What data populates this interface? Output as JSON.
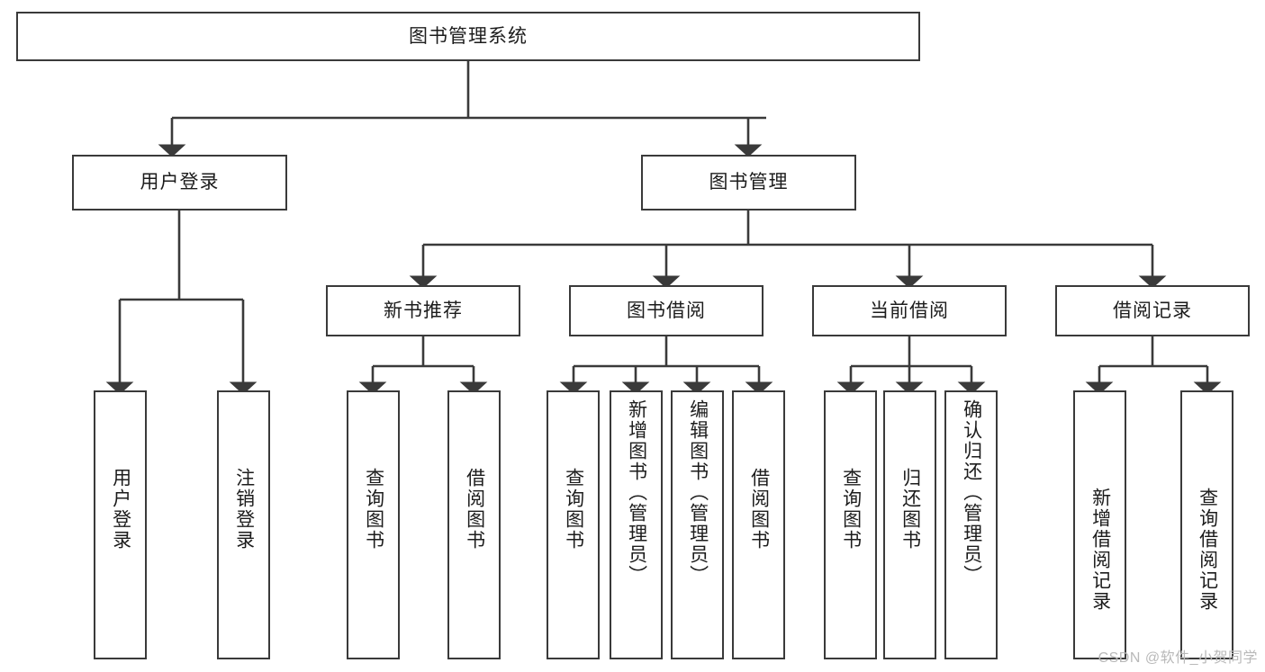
{
  "diagram": {
    "type": "tree",
    "title": "图书管理系统",
    "orientation": "top-down",
    "root": {
      "label": "图书管理系统"
    },
    "level2": [
      {
        "label": "用户登录"
      },
      {
        "label": "图书管理"
      }
    ],
    "level3": [
      {
        "label": "新书推荐",
        "parent": "图书管理"
      },
      {
        "label": "图书借阅",
        "parent": "图书管理"
      },
      {
        "label": "当前借阅",
        "parent": "图书管理"
      },
      {
        "label": "借阅记录",
        "parent": "图书管理"
      }
    ],
    "leaves": {
      "user_login": [
        {
          "label": "用户登录"
        },
        {
          "label": "注销登录"
        }
      ],
      "new_book_recommend": [
        {
          "label": "查询图书"
        },
        {
          "label": "借阅图书"
        }
      ],
      "book_borrow": [
        {
          "label": "查询图书"
        },
        {
          "label": "新增图书（管理员）"
        },
        {
          "label": "编辑图书（管理员）"
        },
        {
          "label": "借阅图书"
        }
      ],
      "current_borrow": [
        {
          "label": "查询图书"
        },
        {
          "label": "归还图书"
        },
        {
          "label": "确认归还（管理员）"
        }
      ],
      "borrow_record": [
        {
          "label": "新增借阅记录"
        },
        {
          "label": "查询借阅记录"
        }
      ]
    }
  },
  "watermark": {
    "text": "CSDN @软件_小贺同学"
  },
  "colors": {
    "border": "#3a3a3a",
    "text": "#1c1c1c",
    "background": "#ffffff",
    "watermark": "#b9b9b9"
  }
}
